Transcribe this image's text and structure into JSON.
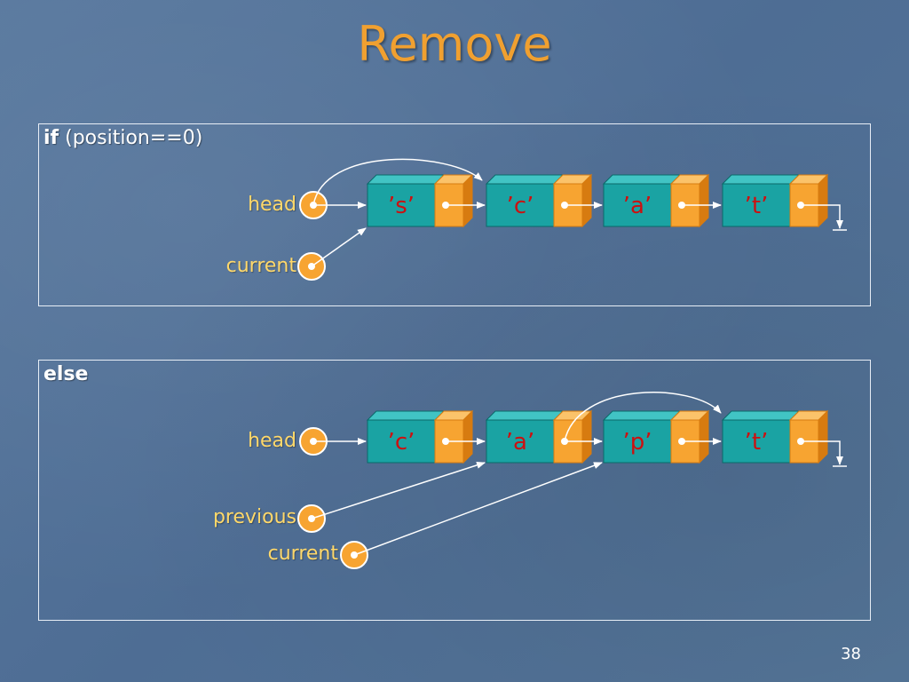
{
  "title": "Remove",
  "page_number": "38",
  "colors": {
    "node_fill": "#1aa3a3",
    "node_top": "#41c4c4",
    "node_side": "#0d7f7f",
    "ptr_fill": "#f7a431",
    "ptr_dark": "#d77b10",
    "node_text": "#cc1010",
    "label": "#ffd86a",
    "arrow": "#ffffff"
  },
  "panel_if": {
    "keyword": "if",
    "condition": "(position==0)",
    "pointers": [
      {
        "label": "head"
      },
      {
        "label": "current"
      }
    ],
    "nodes": [
      "’s’",
      "’c’",
      "’a’",
      "’t’"
    ]
  },
  "panel_else": {
    "keyword": "else",
    "pointers": [
      {
        "label": "head"
      },
      {
        "label": "previous"
      },
      {
        "label": "current"
      }
    ],
    "nodes": [
      "’c’",
      "’a’",
      "’p’",
      "’t’"
    ]
  }
}
